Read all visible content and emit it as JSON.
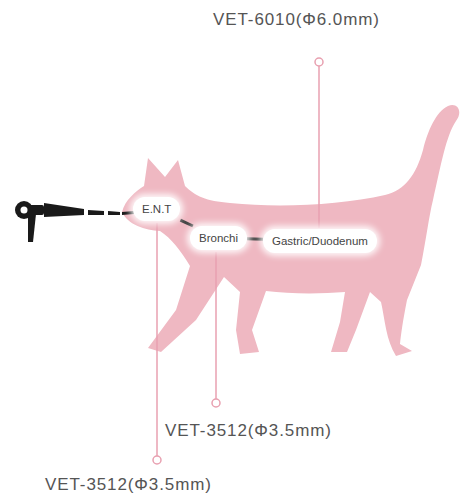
{
  "diagram": {
    "nodes": [
      {
        "text": [
          "E.N.T"
        ]
      },
      {
        "text": [
          "Bronchi"
        ]
      },
      {
        "text": [
          "Gastric/Duodenum"
        ]
      }
    ],
    "edges": [
      {
        "from": 0,
        "to": 1,
        "arrow": "none"
      },
      {
        "from": 1,
        "to": 2,
        "arrow": "none"
      }
    ],
    "labels": [
      "VET-6010(Φ6.0mm)",
      "VET-3512(Φ3.5mm)",
      "VET-3512(Φ3.5mm)"
    ]
  }
}
